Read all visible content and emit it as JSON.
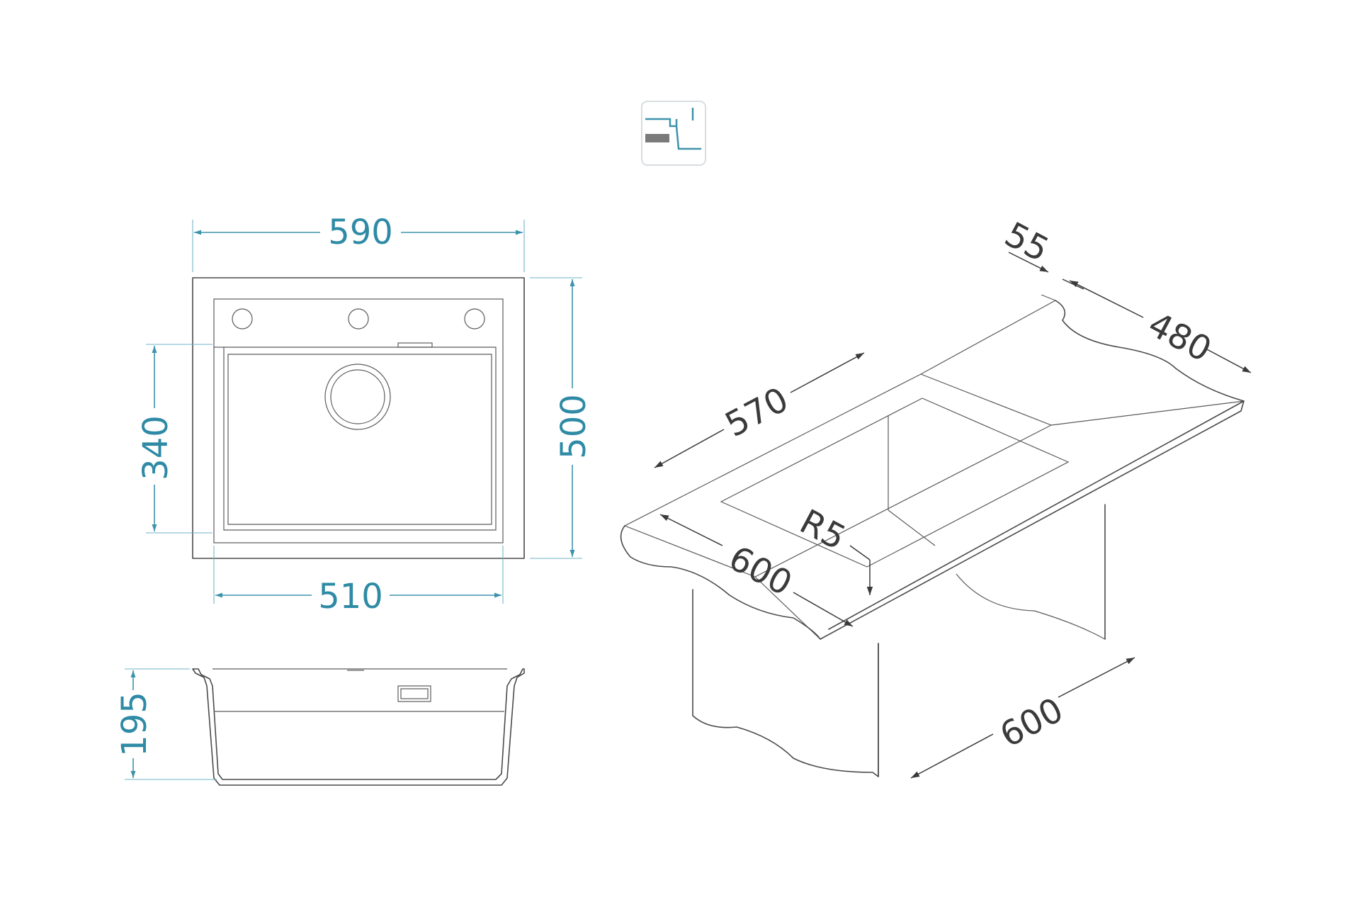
{
  "plan_view": {
    "dim_overall_width": "590",
    "dim_overall_depth": "500",
    "dim_bowl_depth": "340",
    "dim_bowl_width": "510"
  },
  "section_view": {
    "dim_height": "195"
  },
  "isometric_view": {
    "dim_drainer": "55",
    "dim_cabinet_depth": "480",
    "dim_cutout_width": "570",
    "dim_radius": "R5",
    "dim_worktop_depth": "600",
    "dim_cabinet_width": "600"
  },
  "icon": {
    "name": "inset-mount-icon",
    "accent": "#3e93ab"
  },
  "colors": {
    "dimension": "#3e93ab",
    "outline": "#4a4a4a"
  }
}
